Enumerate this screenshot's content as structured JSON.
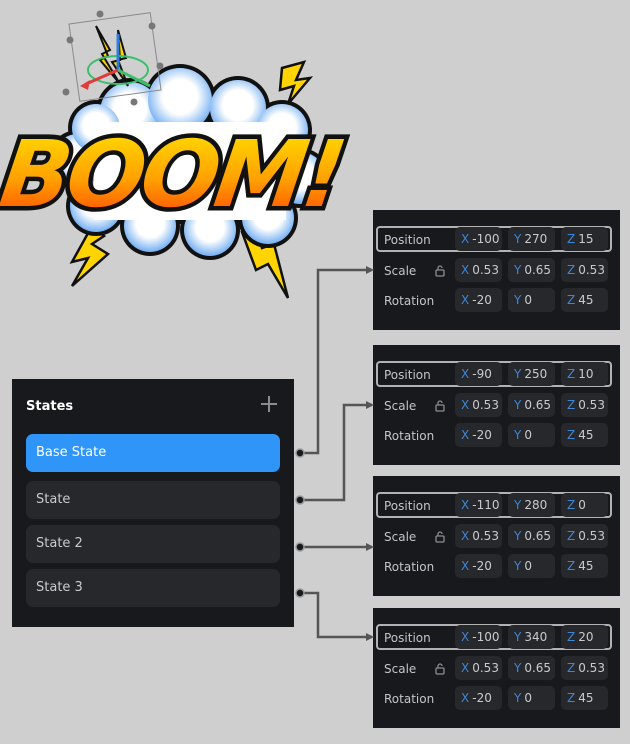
{
  "artwork": {
    "text": "BOOM!",
    "colors": {
      "cloud": "#ffffff",
      "cloud_shade": "#5aa0f0",
      "text_fill_top": "#ffe600",
      "text_fill_bottom": "#ff3a00",
      "outline": "#111111",
      "bolt": "#ffd400"
    }
  },
  "states_panel": {
    "title": "States",
    "add_icon": "plus-icon",
    "items": [
      {
        "label": "Base State",
        "active": true
      },
      {
        "label": "State",
        "active": false
      },
      {
        "label": "State 2",
        "active": false
      },
      {
        "label": "State 3",
        "active": false
      }
    ]
  },
  "property_labels": {
    "position": "Position",
    "scale": "Scale",
    "rotation": "Rotation",
    "axis_x": "X",
    "axis_y": "Y",
    "axis_z": "Z"
  },
  "property_panels": [
    {
      "position": {
        "x": "-100",
        "y": "270",
        "z": "15"
      },
      "scale": {
        "x": "0.53",
        "y": "0.65",
        "z": "0.53"
      },
      "rotation": {
        "x": "-20",
        "y": "0",
        "z": "45"
      }
    },
    {
      "position": {
        "x": "-90",
        "y": "250",
        "z": "10"
      },
      "scale": {
        "x": "0.53",
        "y": "0.65",
        "z": "0.53"
      },
      "rotation": {
        "x": "-20",
        "y": "0",
        "z": "45"
      }
    },
    {
      "position": {
        "x": "-110",
        "y": "280",
        "z": "0"
      },
      "scale": {
        "x": "0.53",
        "y": "0.65",
        "z": "0.53"
      },
      "rotation": {
        "x": "-20",
        "y": "0",
        "z": "45"
      }
    },
    {
      "position": {
        "x": "-100",
        "y": "340",
        "z": "20"
      },
      "scale": {
        "x": "0.53",
        "y": "0.65",
        "z": "0.53"
      },
      "rotation": {
        "x": "-20",
        "y": "0",
        "z": "45"
      }
    }
  ],
  "colors": {
    "background": "#cfcfcf",
    "panel": "#18191d",
    "field": "#27282c",
    "active_state": "#2f95f8",
    "axis_label": "#3d86d6",
    "connector": "#555555"
  }
}
